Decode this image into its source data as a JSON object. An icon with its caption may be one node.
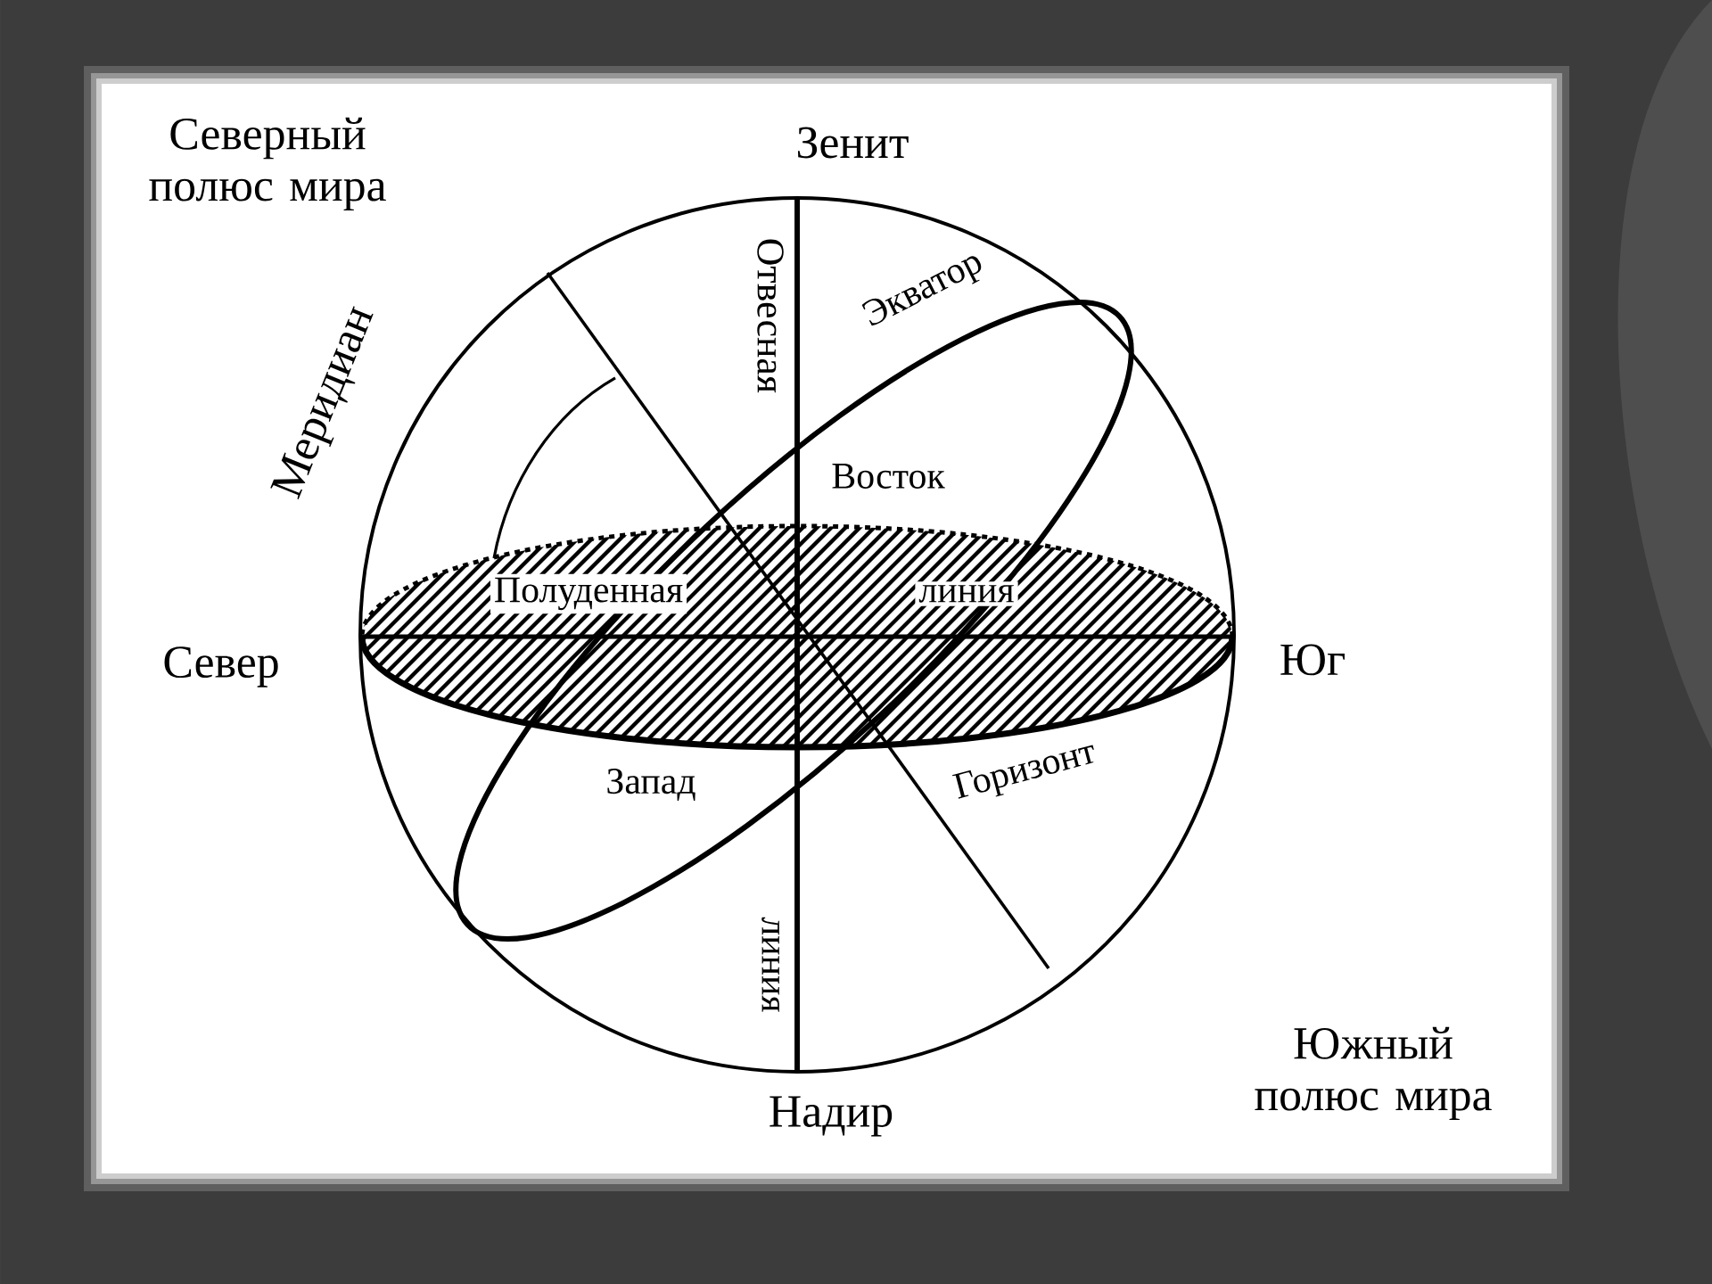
{
  "diagram": {
    "labels": [
      "Северный полюс мира",
      "Зенит",
      "Отвесная",
      "Экватор",
      "Меридиан",
      "Восток",
      "Полуденная",
      "линия",
      "Север",
      "Юг",
      "Запад",
      "Горизонт",
      "линия",
      "Надир",
      "Южный полюс мира"
    ]
  }
}
